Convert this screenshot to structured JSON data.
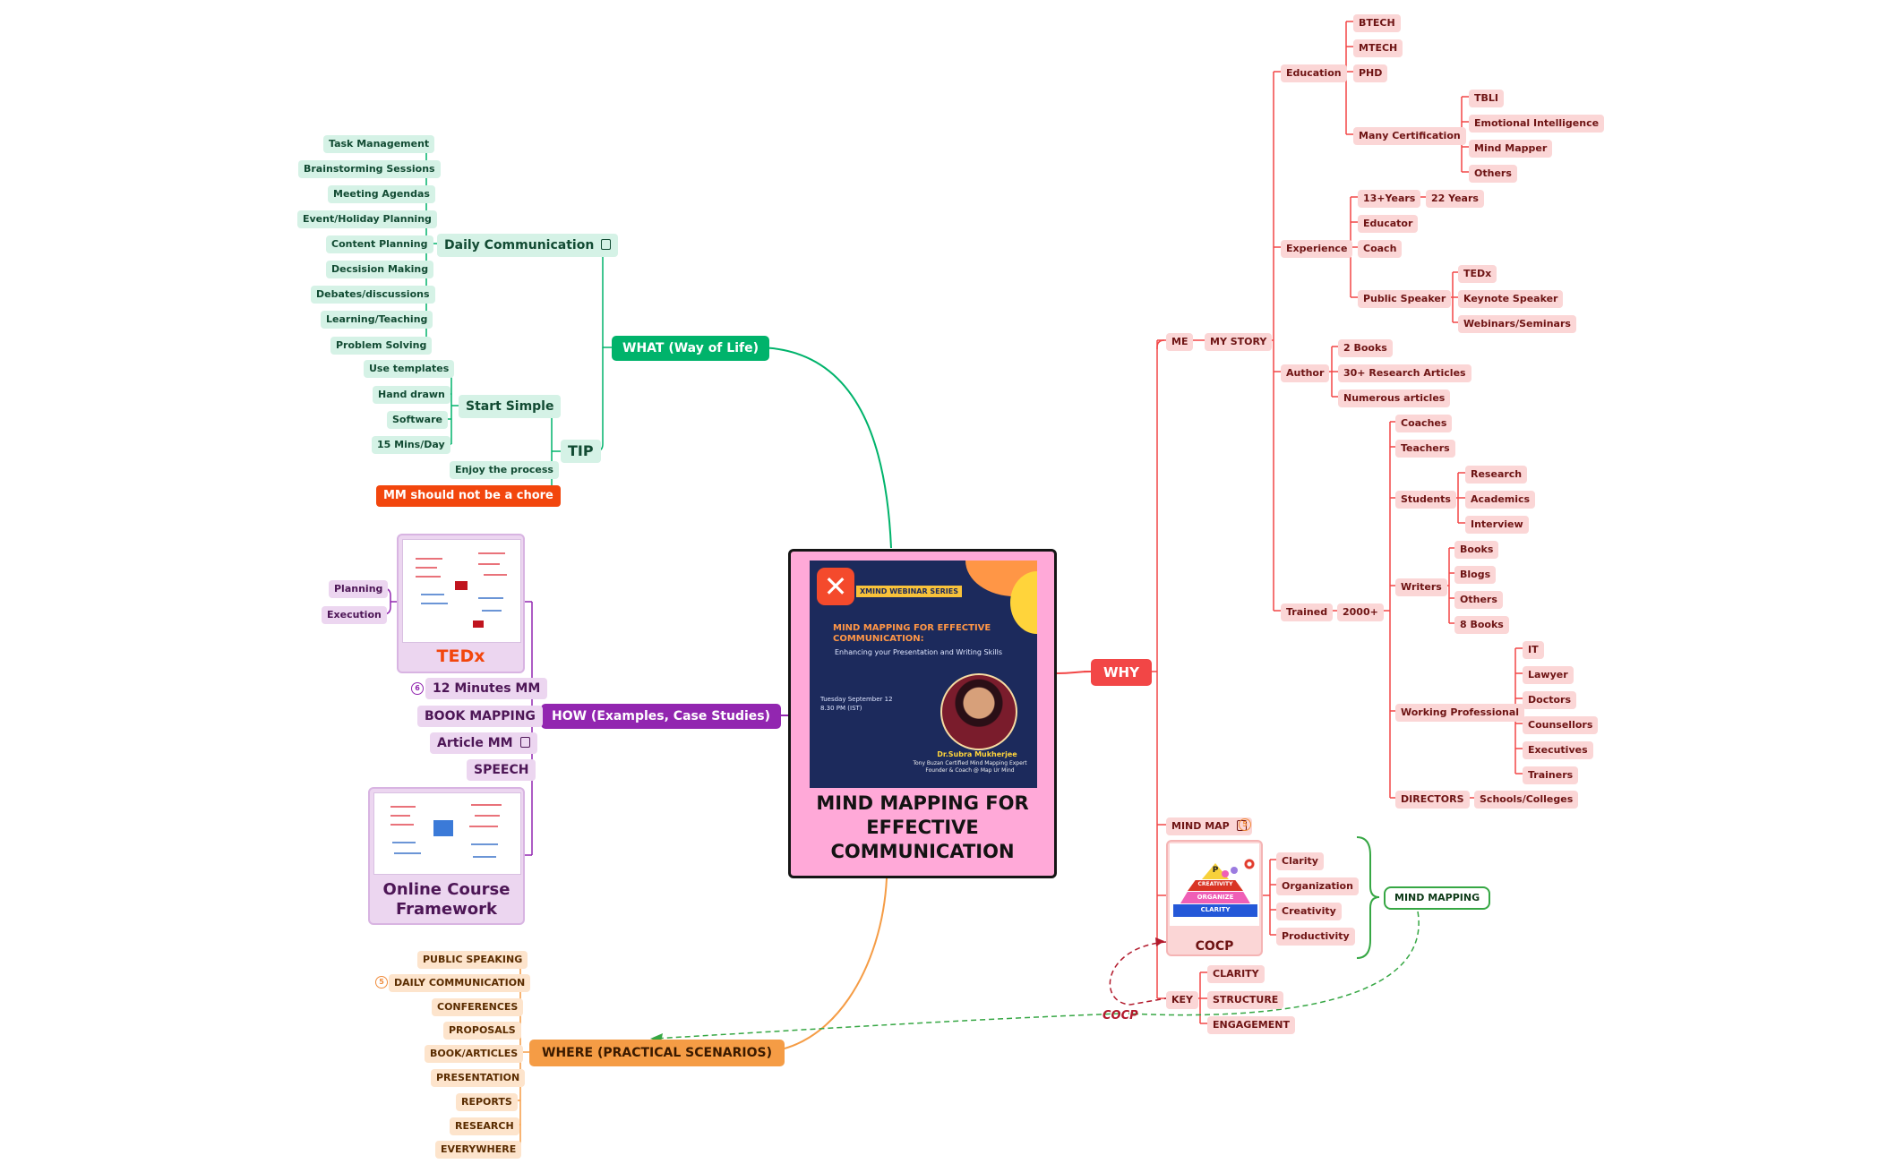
{
  "central": {
    "title": "MIND MAPPING FOR\nEFFECTIVE\nCOMMUNICATION",
    "poster": {
      "series": "XMIND WEBINAR SERIES",
      "headline": "MIND MAPPING FOR EFFECTIVE COMMUNICATION:",
      "subheadline": "Enhancing your Presentation and Writing Skills",
      "date": "Tuesday September 12\n8.30 PM (IST)",
      "speaker": "Dr.Subra Mukherjee",
      "speaker_desc": "Tony Buzan Certified Mind Mapping Expert\nFounder & Coach @ Map Ur Mind"
    }
  },
  "what": {
    "label": "WHAT (Way of Life)",
    "daily": {
      "label": "Daily Communication",
      "items": [
        "Task Management",
        "Brainstorming Sessions",
        "Meeting Agendas",
        "Event/Holiday Planning",
        "Content Planning",
        "Decsision Making",
        "Debates/discussions",
        "Learning/Teaching",
        "Problem Solving"
      ]
    },
    "tip": {
      "label": "TIP",
      "start_simple": {
        "label": "Start Simple",
        "items": [
          "Use templates",
          "Hand drawn",
          "Software",
          "15 Mins/Day"
        ]
      },
      "enjoy": "Enjoy the process",
      "chore": "MM should not be a chore"
    }
  },
  "how": {
    "label": "HOW (Examples, Case Studies)",
    "tedx": {
      "caption": "TEDx",
      "items": [
        "Planning",
        "Execution"
      ]
    },
    "twelve": {
      "label": "12 Minutes MM",
      "badge": "6"
    },
    "book": "BOOK MAPPING",
    "article": "Article MM",
    "speech": "SPEECH",
    "online": {
      "caption": "Online Course\nFramework"
    }
  },
  "where": {
    "label": "WHERE (PRACTICAL SCENARIOS)",
    "items": [
      "PUBLIC SPEAKING",
      "DAILY COMMUNICATION",
      "CONFERENCES",
      "PROPOSALS",
      "BOOK/ARTICLES",
      "PRESENTATION",
      "REPORTS",
      "RESEARCH",
      "EVERYWHERE"
    ],
    "daily_badge": "5"
  },
  "why": {
    "label": "WHY",
    "me": "ME",
    "my_story": "MY STORY",
    "education": {
      "label": "Education",
      "items": [
        "BTECH",
        "MTECH",
        "PHD"
      ],
      "cert": {
        "label": "Many Certification",
        "items": [
          "TBLI",
          "Emotional Intelligence",
          "Mind Mapper",
          "Others"
        ]
      }
    },
    "experience": {
      "label": "Experience",
      "years": "13+Years",
      "years_child": "22 Years",
      "items": [
        "Educator",
        "Coach"
      ],
      "public": {
        "label": "Public Speaker",
        "items": [
          "TEDx",
          "Keynote Speaker",
          "Webinars/Seminars"
        ]
      }
    },
    "author": {
      "label": "Author",
      "items": [
        "2 Books",
        "30+ Research Articles",
        "Numerous articles"
      ]
    },
    "trained": {
      "label": "Trained",
      "count": "2000+",
      "coaches": "Coaches",
      "teachers": "Teachers",
      "students": {
        "label": "Students",
        "items": [
          "Research",
          "Academics",
          "Interview"
        ]
      },
      "writers": {
        "label": "Writers",
        "items": [
          "Books",
          "Blogs",
          "Others",
          "8 Books"
        ]
      },
      "working": {
        "label": "Working Professional",
        "items": [
          "IT",
          "Lawyer",
          "Doctors",
          "Counsellors",
          "Executives",
          "Trainers"
        ]
      },
      "directors": {
        "label": "DIRECTORS",
        "child": "Schools/Colleges"
      }
    },
    "mind_map": {
      "label": "MIND MAP",
      "badge": "5"
    },
    "cocp": {
      "caption": "COCP",
      "pyramid": {
        "top": "P",
        "l2": "CREATIVITY",
        "l3": "ORGANIZE",
        "l4": "CLARITY"
      },
      "items": [
        "Clarity",
        "Organization",
        "Creativity",
        "Productivity"
      ]
    },
    "mind_mapping": "MIND MAPPING",
    "key": {
      "label": "KEY",
      "items": [
        "CLARITY",
        "STRUCTURE",
        "ENGAGEMENT"
      ]
    },
    "relationship_label": "COCP"
  },
  "colors": {
    "green": "#00b36b",
    "purple": "#9226b0",
    "orange": "#f59c45",
    "red": "#f24646",
    "pink": "#ffa9d8"
  }
}
